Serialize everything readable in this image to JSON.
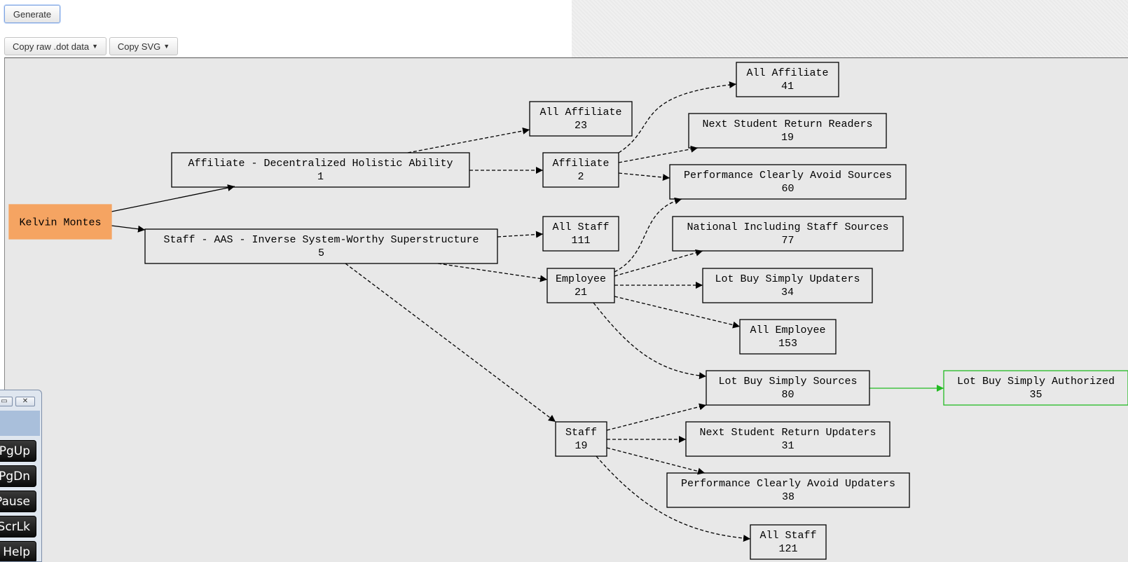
{
  "toolbar": {
    "generate_label": "Generate",
    "copy_dot_label": "Copy raw .dot data",
    "copy_svg_label": "Copy SVG"
  },
  "graph": {
    "nodes": [
      {
        "id": "kelvin",
        "label": "Kelvin Montes",
        "count": "",
        "style": "root"
      },
      {
        "id": "affdec",
        "label": "Affiliate - Decentralized Holistic Ability",
        "count": "1"
      },
      {
        "id": "staffaas",
        "label": "Staff - AAS - Inverse System-Worthy Superstructure",
        "count": "5"
      },
      {
        "id": "allaff23",
        "label": "All Affiliate",
        "count": "23"
      },
      {
        "id": "aff2",
        "label": "Affiliate",
        "count": "2"
      },
      {
        "id": "allstaff111",
        "label": "All Staff",
        "count": "111"
      },
      {
        "id": "emp21",
        "label": "Employee",
        "count": "21"
      },
      {
        "id": "staff19",
        "label": "Staff",
        "count": "19"
      },
      {
        "id": "allaff41",
        "label": "All Affiliate",
        "count": "41"
      },
      {
        "id": "nsrr19",
        "label": "Next Student Return Readers",
        "count": "19"
      },
      {
        "id": "pcas60",
        "label": "Performance Clearly Avoid Sources",
        "count": "60"
      },
      {
        "id": "niss77",
        "label": "National Including Staff Sources",
        "count": "77"
      },
      {
        "id": "lbsu34",
        "label": "Lot Buy Simply Updaters",
        "count": "34"
      },
      {
        "id": "allemp153",
        "label": "All Employee",
        "count": "153"
      },
      {
        "id": "lbss80",
        "label": "Lot Buy Simply Sources",
        "count": "80"
      },
      {
        "id": "lbsa35",
        "label": "Lot Buy Simply Authorized",
        "count": "35",
        "style": "green"
      },
      {
        "id": "nsru31",
        "label": "Next Student Return Updaters",
        "count": "31"
      },
      {
        "id": "pcau38",
        "label": "Performance Clearly Avoid Updaters",
        "count": "38"
      },
      {
        "id": "allstaff121",
        "label": "All Staff",
        "count": "121"
      }
    ],
    "edges": [
      {
        "from": "kelvin",
        "to": "affdec",
        "style": "solid"
      },
      {
        "from": "kelvin",
        "to": "staffaas",
        "style": "solid"
      },
      {
        "from": "affdec",
        "to": "allaff23",
        "style": "dashed"
      },
      {
        "from": "affdec",
        "to": "aff2",
        "style": "dashed"
      },
      {
        "from": "staffaas",
        "to": "allstaff111",
        "style": "dashed"
      },
      {
        "from": "staffaas",
        "to": "emp21",
        "style": "dashed"
      },
      {
        "from": "staffaas",
        "to": "staff19",
        "style": "dashed"
      },
      {
        "from": "aff2",
        "to": "allaff41",
        "style": "dashed"
      },
      {
        "from": "aff2",
        "to": "nsrr19",
        "style": "dashed"
      },
      {
        "from": "aff2",
        "to": "pcas60",
        "style": "dashed"
      },
      {
        "from": "emp21",
        "to": "pcas60",
        "style": "dashed"
      },
      {
        "from": "emp21",
        "to": "niss77",
        "style": "dashed"
      },
      {
        "from": "emp21",
        "to": "lbsu34",
        "style": "dashed"
      },
      {
        "from": "emp21",
        "to": "allemp153",
        "style": "dashed"
      },
      {
        "from": "emp21",
        "to": "lbss80",
        "style": "dashed"
      },
      {
        "from": "lbss80",
        "to": "lbsa35",
        "style": "green"
      },
      {
        "from": "staff19",
        "to": "lbss80",
        "style": "dashed"
      },
      {
        "from": "staff19",
        "to": "nsru31",
        "style": "dashed"
      },
      {
        "from": "staff19",
        "to": "pcau38",
        "style": "dashed"
      },
      {
        "from": "staff19",
        "to": "allstaff121",
        "style": "dashed"
      }
    ]
  },
  "keyboard_panel": {
    "keys": [
      "PgUp",
      "PgDn",
      "Pause",
      "ScrLk",
      "Help"
    ]
  },
  "colors": {
    "root_fill": "#f5a462",
    "green": "#22bb22",
    "edge": "#000000",
    "canvas_bg": "#e8e8e8"
  }
}
